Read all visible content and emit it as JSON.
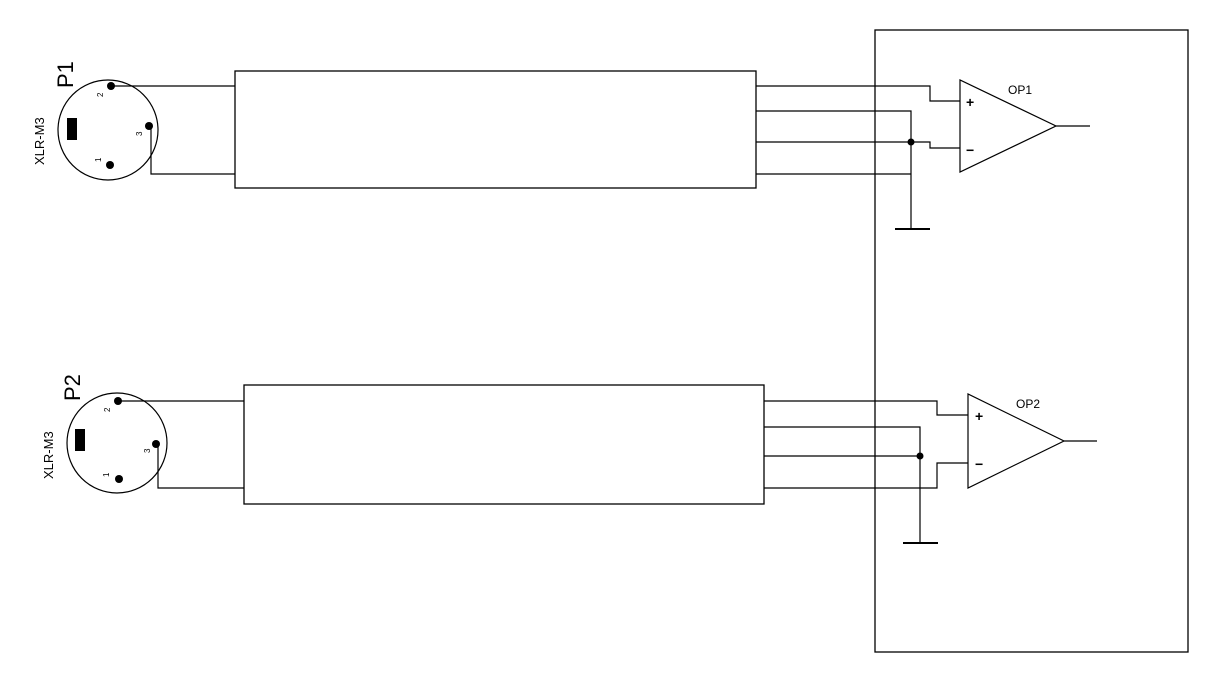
{
  "colors": {
    "line": "#000000",
    "background": "#ffffff"
  },
  "connectors": [
    {
      "ref": "P1",
      "footprint": "XLR-M3",
      "pins": [
        "2",
        "3",
        "1"
      ]
    },
    {
      "ref": "P2",
      "footprint": "XLR-M3",
      "pins": [
        "2",
        "3",
        "1"
      ]
    }
  ],
  "opamps": [
    {
      "ref": "OP1",
      "plus": "+",
      "minus": "−"
    },
    {
      "ref": "OP2",
      "plus": "+",
      "minus": "−"
    }
  ]
}
